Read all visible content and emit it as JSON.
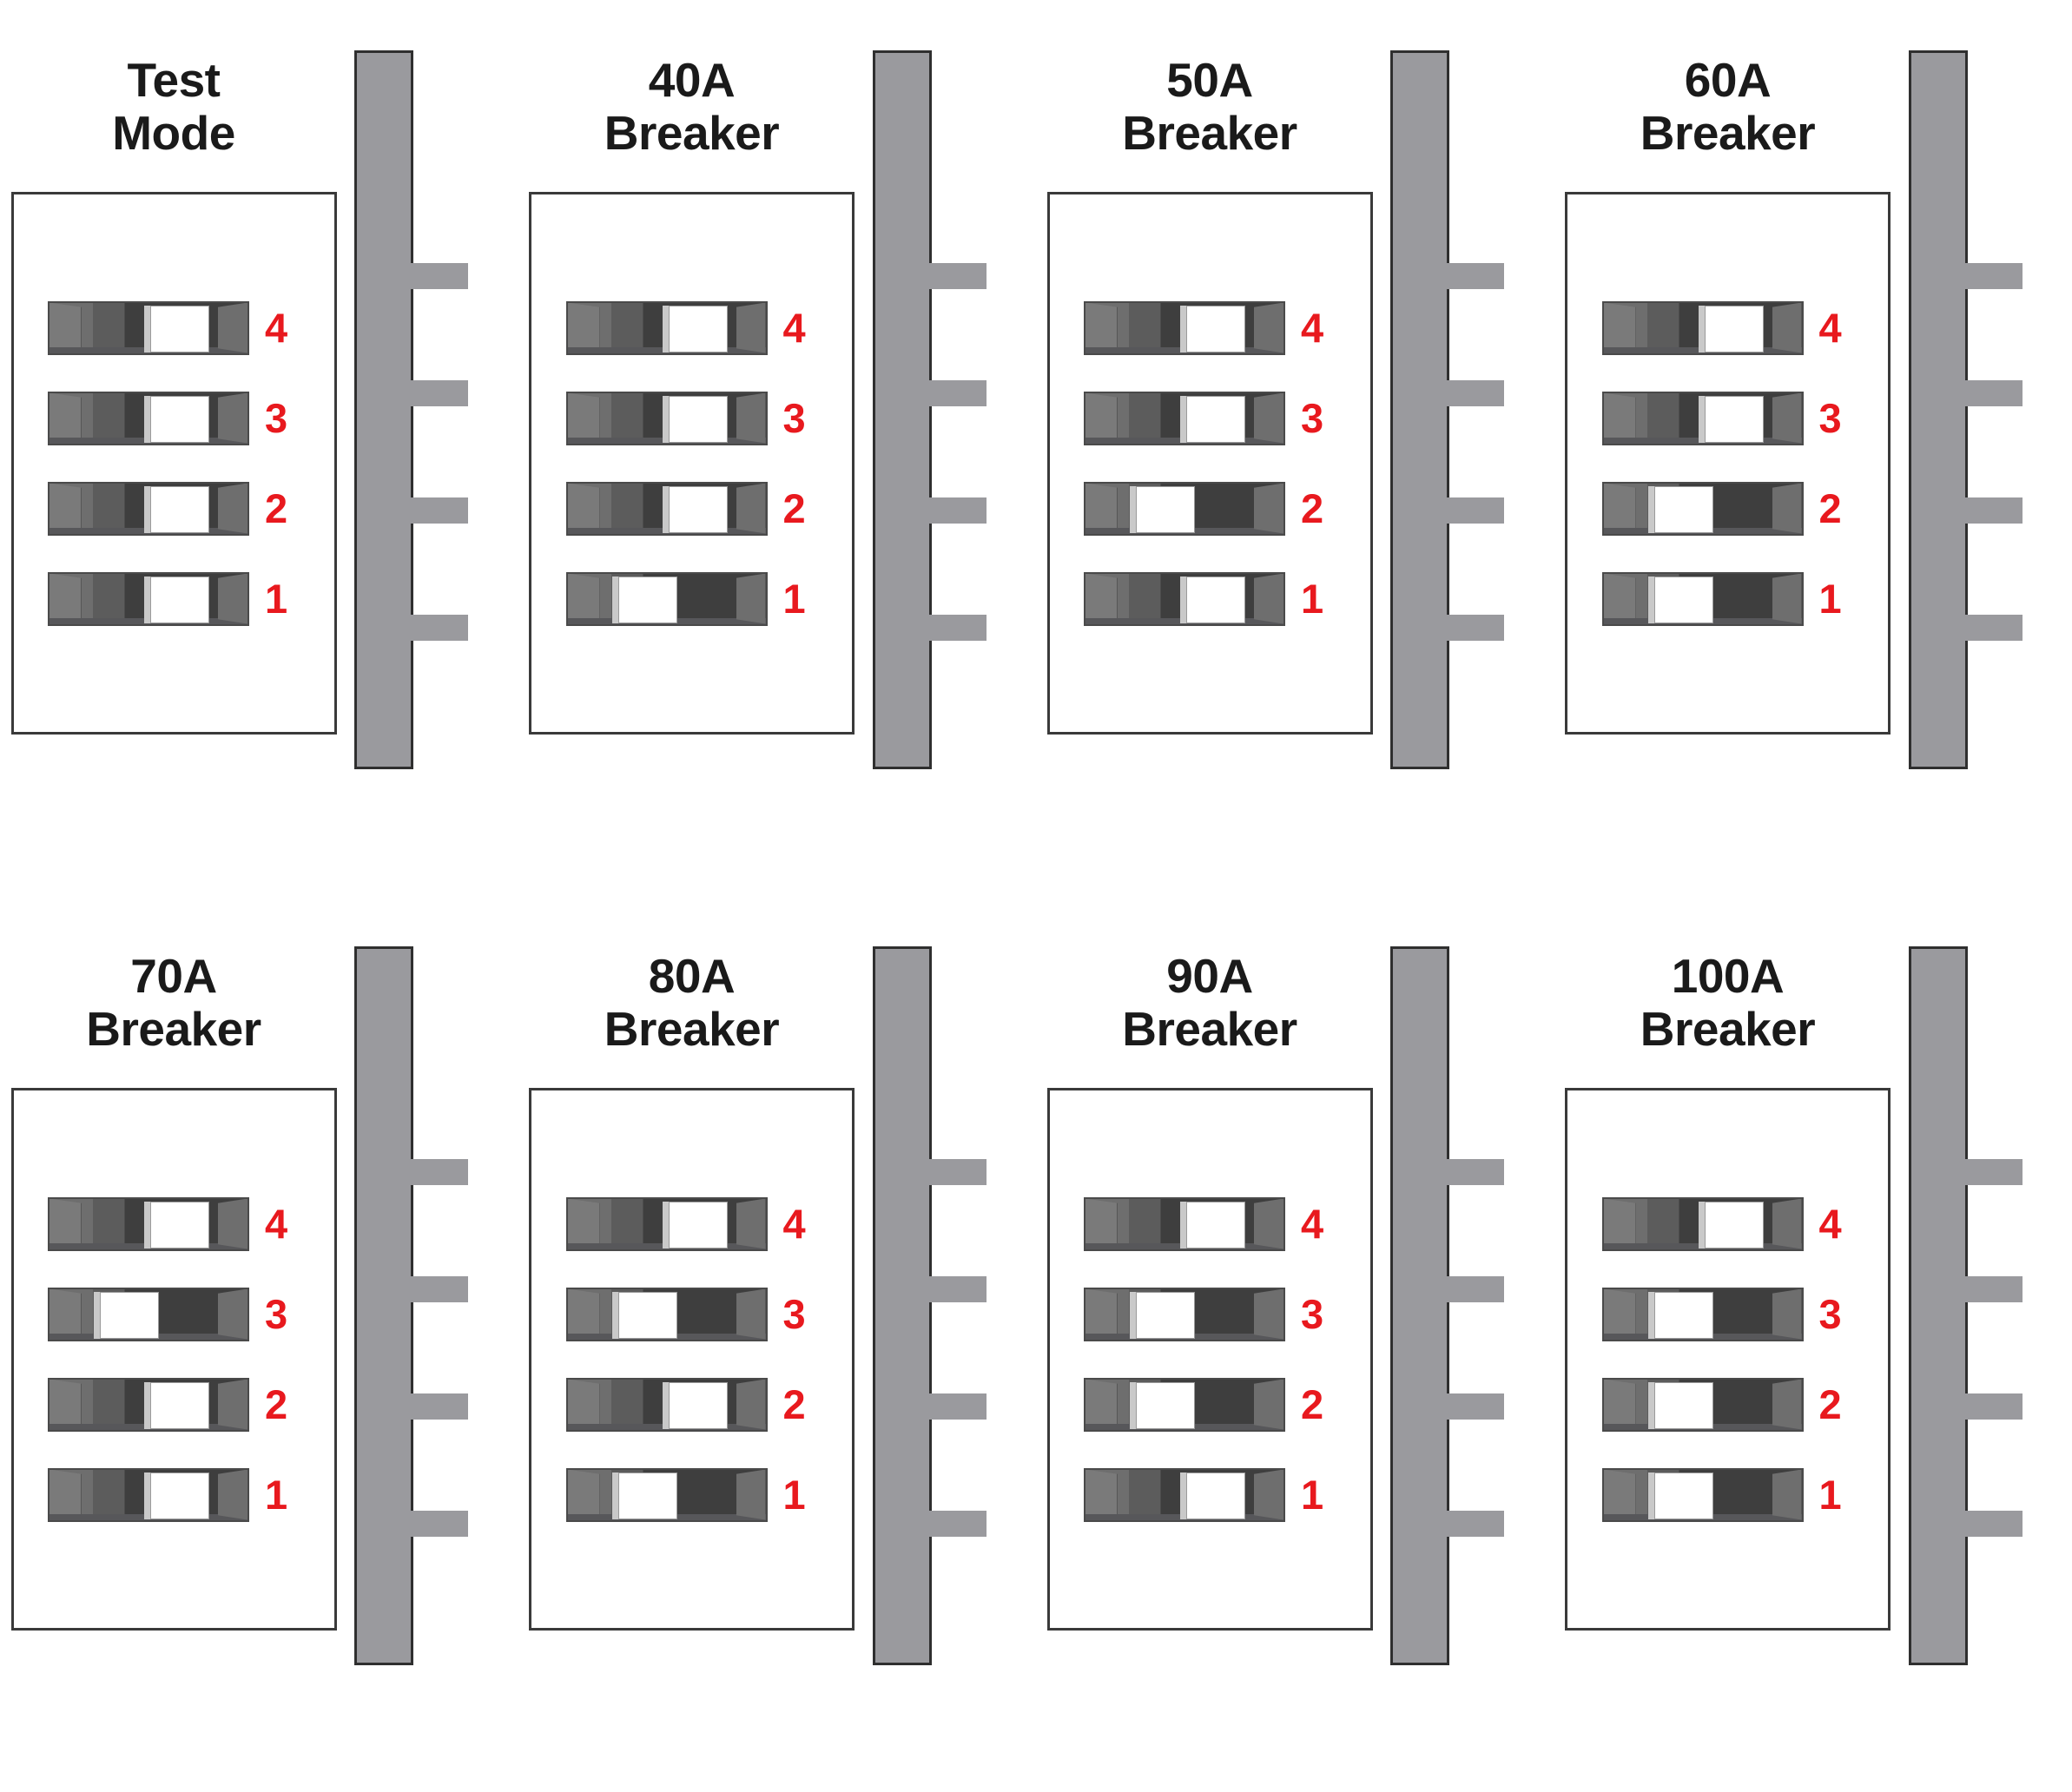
{
  "figure": {
    "type": "dip-switch-setting-diagram",
    "description": "DIP switch configuration chart for breaker amperage selection",
    "switch_count_per_panel": 4,
    "switch_numbers": [
      "4",
      "3",
      "2",
      "1"
    ],
    "colors": {
      "number_red": "#e8191e",
      "rail_gray": "#9a9a9e",
      "switch_dark": "#3e3e3e",
      "switch_mid": "#5c5c5c",
      "switch_light": "#7a7a7a",
      "toggle_white": "#ffffff",
      "outline": "#3a3a3a",
      "title_black": "#1a1a1a",
      "background": "#ffffff"
    },
    "legend": {
      "on_position": "right",
      "off_position": "left"
    }
  },
  "panels": [
    {
      "id": "test-mode",
      "title": "Test\nMode",
      "title_line1": "Test",
      "title_line2": "Mode",
      "switches": [
        {
          "number": "4",
          "state": "on"
        },
        {
          "number": "3",
          "state": "on"
        },
        {
          "number": "2",
          "state": "on"
        },
        {
          "number": "1",
          "state": "on"
        }
      ]
    },
    {
      "id": "breaker-40a",
      "title": "40A\nBreaker",
      "title_line1": "40A",
      "title_line2": "Breaker",
      "switches": [
        {
          "number": "4",
          "state": "on"
        },
        {
          "number": "3",
          "state": "on"
        },
        {
          "number": "2",
          "state": "on"
        },
        {
          "number": "1",
          "state": "off"
        }
      ]
    },
    {
      "id": "breaker-50a",
      "title": "50A\nBreaker",
      "title_line1": "50A",
      "title_line2": "Breaker",
      "switches": [
        {
          "number": "4",
          "state": "on"
        },
        {
          "number": "3",
          "state": "on"
        },
        {
          "number": "2",
          "state": "off"
        },
        {
          "number": "1",
          "state": "on"
        }
      ]
    },
    {
      "id": "breaker-60a",
      "title": "60A\nBreaker",
      "title_line1": "60A",
      "title_line2": "Breaker",
      "switches": [
        {
          "number": "4",
          "state": "on"
        },
        {
          "number": "3",
          "state": "on"
        },
        {
          "number": "2",
          "state": "off"
        },
        {
          "number": "1",
          "state": "off"
        }
      ]
    },
    {
      "id": "breaker-70a",
      "title": "70A\nBreaker",
      "title_line1": "70A",
      "title_line2": "Breaker",
      "switches": [
        {
          "number": "4",
          "state": "on"
        },
        {
          "number": "3",
          "state": "off"
        },
        {
          "number": "2",
          "state": "on"
        },
        {
          "number": "1",
          "state": "on"
        }
      ]
    },
    {
      "id": "breaker-80a",
      "title": "80A\nBreaker",
      "title_line1": "80A",
      "title_line2": "Breaker",
      "switches": [
        {
          "number": "4",
          "state": "on"
        },
        {
          "number": "3",
          "state": "off"
        },
        {
          "number": "2",
          "state": "on"
        },
        {
          "number": "1",
          "state": "off"
        }
      ]
    },
    {
      "id": "breaker-90a",
      "title": "90A\nBreaker",
      "title_line1": "90A",
      "title_line2": "Breaker",
      "switches": [
        {
          "number": "4",
          "state": "on"
        },
        {
          "number": "3",
          "state": "off"
        },
        {
          "number": "2",
          "state": "off"
        },
        {
          "number": "1",
          "state": "on"
        }
      ]
    },
    {
      "id": "breaker-100a",
      "title": "100A\nBreaker",
      "title_line1": "100A",
      "title_line2": "Breaker",
      "switches": [
        {
          "number": "4",
          "state": "on"
        },
        {
          "number": "3",
          "state": "off"
        },
        {
          "number": "2",
          "state": "off"
        },
        {
          "number": "1",
          "state": "off"
        }
      ]
    }
  ]
}
